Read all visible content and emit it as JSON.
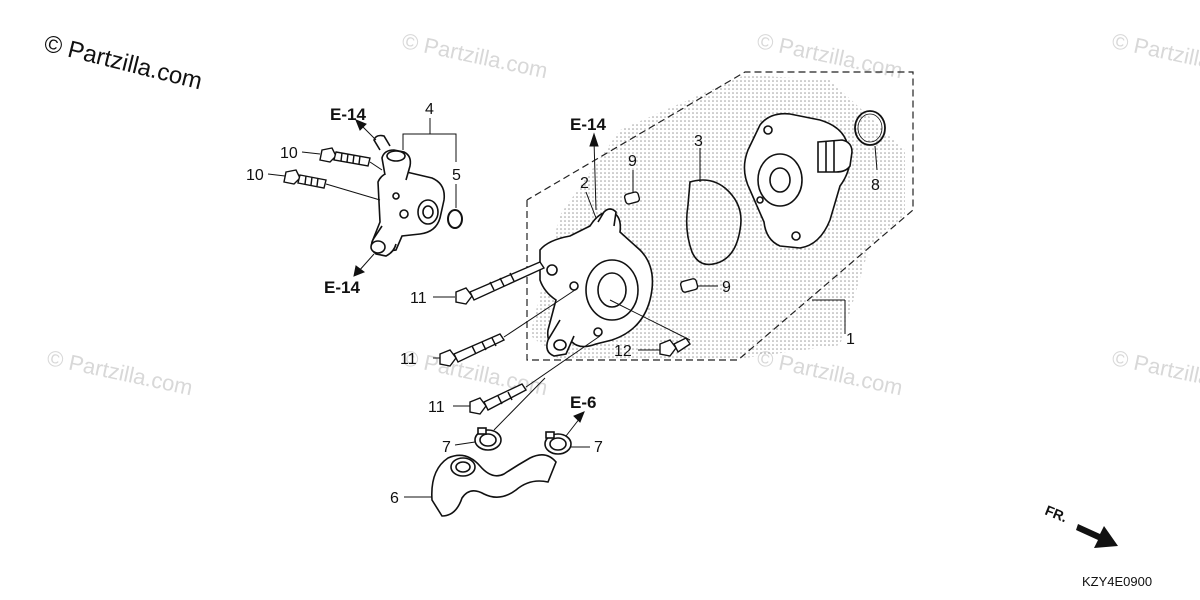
{
  "copyright": "© Partzilla.com",
  "watermark": "© Partzilla.com",
  "diagram_code": "KZY4E0900",
  "front_label": "FR.",
  "refs": {
    "e14": "E-14",
    "e6": "E-6"
  },
  "callouts": [
    "1",
    "2",
    "3",
    "4",
    "5",
    "6",
    "7",
    "8",
    "9",
    "10",
    "11",
    "12"
  ]
}
